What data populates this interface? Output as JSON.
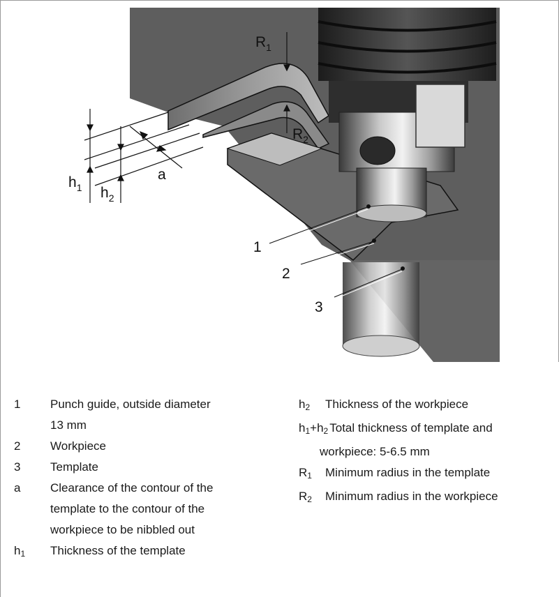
{
  "figure": {
    "labels": {
      "R1": "R",
      "R1_sub": "1",
      "R2": "R",
      "R2_sub": "2",
      "h1": "h",
      "h1_sub": "1",
      "h2": "h",
      "h2_sub": "2",
      "a": "a",
      "n1": "1",
      "n2": "2",
      "n3": "3"
    }
  },
  "legend": {
    "left": [
      {
        "key": "1",
        "lines": [
          "Punch guide, outside diameter",
          "13 mm"
        ]
      },
      {
        "key": "2",
        "lines": [
          "Workpiece"
        ]
      },
      {
        "key": "3",
        "lines": [
          "Template"
        ]
      },
      {
        "key": "a",
        "lines": [
          "Clearance of the contour of the",
          "template to the contour of the",
          "workpiece to be nibbled out"
        ]
      },
      {
        "key": "h",
        "key_sub": "1",
        "lines": [
          "Thickness of the template"
        ]
      }
    ],
    "right": [
      {
        "key": "h",
        "key_sub": "2",
        "lines": [
          "Thickness of the workpiece"
        ]
      },
      {
        "key": "h",
        "key_sub": "1",
        "key_mid": "+h",
        "key_sub2": "2",
        "lines": [
          "Total thickness of template and",
          "workpiece: 5-6.5 mm"
        ]
      },
      {
        "key": "R",
        "key_sub": "1",
        "lines": [
          "Minimum radius in the template"
        ]
      },
      {
        "key": "R",
        "key_sub": "2",
        "lines": [
          "Minimum radius in the workpiece"
        ]
      }
    ]
  }
}
